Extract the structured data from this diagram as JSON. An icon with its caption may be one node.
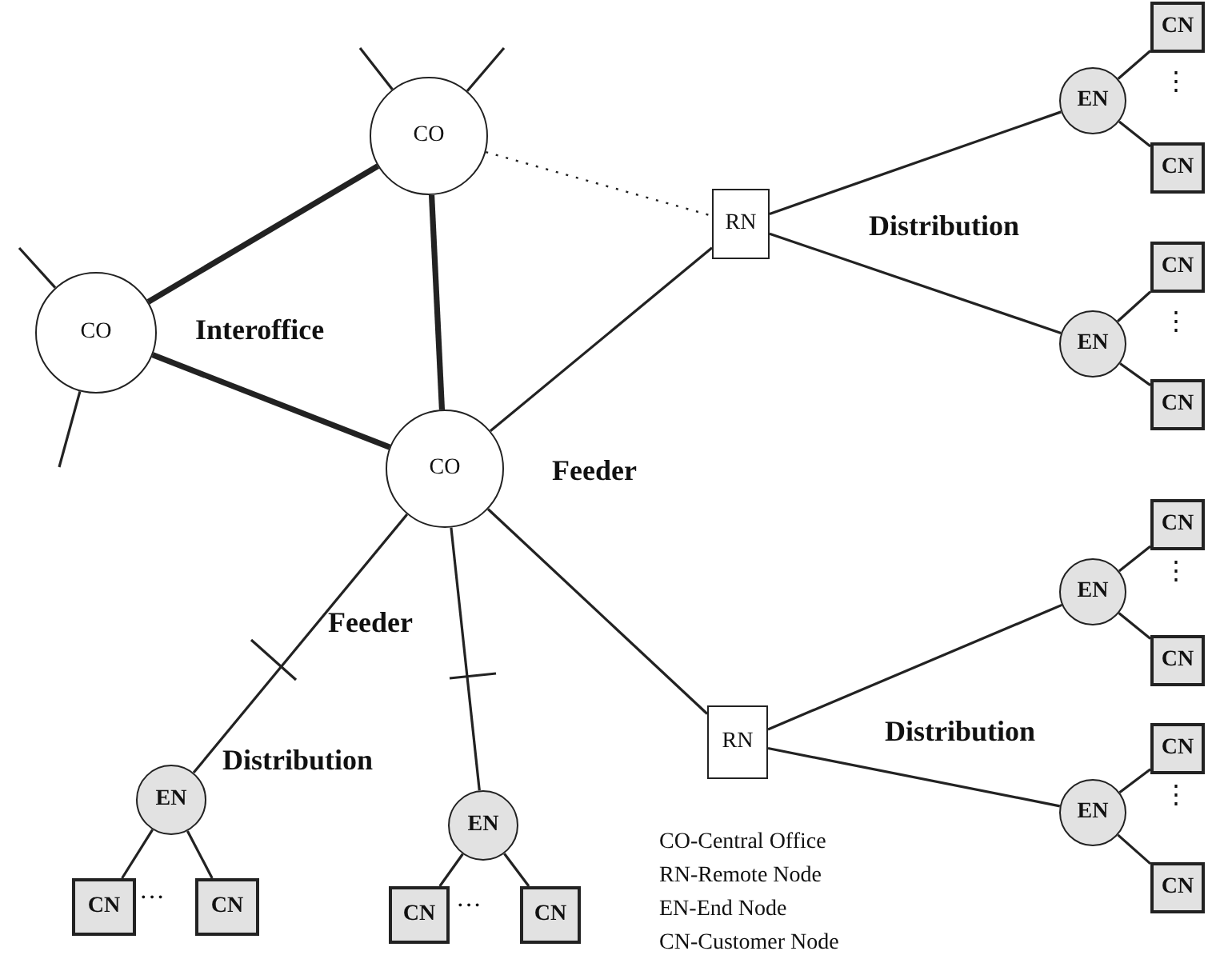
{
  "diagram": {
    "nodes": [
      {
        "text": [
          "CO"
        ]
      },
      {
        "text": [
          "CO"
        ]
      },
      {
        "text": [
          "CO"
        ]
      },
      {
        "text": [
          "RN"
        ]
      },
      {
        "text": [
          "RN"
        ]
      },
      {
        "text": [
          "EN"
        ]
      },
      {
        "text": [
          "CN"
        ]
      },
      {
        "text": [
          "CN"
        ]
      },
      {
        "text": [
          "EN"
        ]
      },
      {
        "text": [
          "CN"
        ]
      },
      {
        "text": [
          "CN"
        ]
      },
      {
        "text": [
          "EN"
        ]
      },
      {
        "text": [
          "CN"
        ]
      },
      {
        "text": [
          "CN"
        ]
      },
      {
        "text": [
          "EN"
        ]
      },
      {
        "text": [
          "CN"
        ]
      },
      {
        "text": [
          "CN"
        ]
      },
      {
        "text": [
          "EN"
        ]
      },
      {
        "text": [
          "CN"
        ]
      },
      {
        "text": [
          "CN"
        ]
      },
      {
        "text": [
          "EN"
        ]
      },
      {
        "text": [
          "CN"
        ]
      },
      {
        "text": [
          "CN"
        ]
      }
    ],
    "edges": [
      {
        "from": 1,
        "to": 0,
        "arrow": "none",
        "style": "thick"
      },
      {
        "from": 1,
        "to": 2,
        "arrow": "none",
        "style": "thick"
      },
      {
        "from": 0,
        "to": 2,
        "arrow": "none",
        "style": "thick"
      },
      {
        "from": 0,
        "to": 3,
        "arrow": "none",
        "style": "dashed"
      },
      {
        "from": 2,
        "to": 3,
        "arrow": "none"
      },
      {
        "from": 2,
        "to": 4,
        "arrow": "none"
      },
      {
        "from": 2,
        "to": 17,
        "arrow": "none"
      },
      {
        "from": 2,
        "to": 20,
        "arrow": "none"
      },
      {
        "from": 3,
        "to": 5,
        "arrow": "none"
      },
      {
        "from": 3,
        "to": 8,
        "arrow": "none"
      },
      {
        "from": 4,
        "to": 11,
        "arrow": "none"
      },
      {
        "from": 4,
        "to": 14,
        "arrow": "none"
      },
      {
        "from": 5,
        "to": 6,
        "arrow": "none"
      },
      {
        "from": 5,
        "to": 7,
        "arrow": "none"
      },
      {
        "from": 8,
        "to": 9,
        "arrow": "none"
      },
      {
        "from": 8,
        "to": 10,
        "arrow": "none"
      },
      {
        "from": 11,
        "to": 12,
        "arrow": "none"
      },
      {
        "from": 11,
        "to": 13,
        "arrow": "none"
      },
      {
        "from": 14,
        "to": 15,
        "arrow": "none"
      },
      {
        "from": 14,
        "to": 16,
        "arrow": "none"
      },
      {
        "from": 17,
        "to": 18,
        "arrow": "none"
      },
      {
        "from": 17,
        "to": 19,
        "arrow": "none"
      },
      {
        "from": 20,
        "to": 21,
        "arrow": "none"
      },
      {
        "from": 20,
        "to": 22,
        "arrow": "none"
      },
      {
        "from": 0,
        "to": null,
        "arrow": "none"
      },
      {
        "from": 0,
        "to": null,
        "arrow": "none"
      },
      {
        "from": 1,
        "to": null,
        "arrow": "none"
      },
      {
        "from": 1,
        "to": null,
        "arrow": "none"
      }
    ],
    "labels": [
      "⋮",
      "Interoffice",
      "Distribution",
      "⋮",
      "Feeder",
      "⋮",
      "Feeder",
      "Distribution",
      "Distribution",
      "⋮",
      "···",
      "···",
      "CO-Central Office",
      "RN-Remote Node",
      "EN-End Node",
      "CN-Customer Node"
    ]
  }
}
